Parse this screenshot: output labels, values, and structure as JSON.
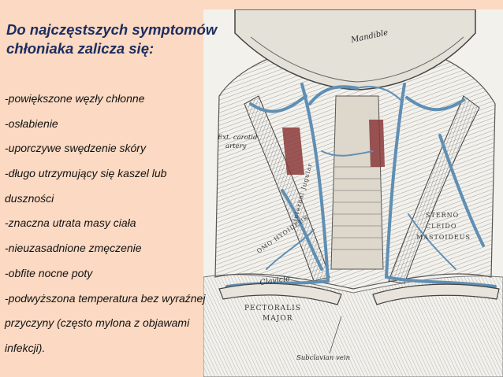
{
  "slide": {
    "title_lines": [
      "Do najczęstszych symptomów",
      "chłoniaka zalicza się:"
    ],
    "symptom_lines": [
      "-powiększone węzły chłonne",
      "-osłabienie",
      "-uporczywe swędzenie skóry",
      "-długo utrzymujący się kaszel lub",
      "duszności",
      "-znaczna utrata masy ciała",
      "-nieuzasadnione zmęczenie",
      "-obfite nocne poty",
      "-podwyższona temperatura bez wyraźnej",
      "przyczyny (często mylona z objawami",
      "infekcji)."
    ]
  },
  "illustration": {
    "labels": {
      "mandible": "Mandible",
      "ext_carotid": "Ext. carotid",
      "artery": "artery",
      "sterno": "STERNO",
      "cleido": "CLEIDO",
      "mastoideus": "MASTOIDEUS",
      "pectoralis": "PECTORALIS",
      "major": "MAJOR",
      "clavicle": "Clavicle",
      "subclavian_vein": "Subclavian vein",
      "omo_hyoideus": "OMO HYOIDEUS",
      "int_jugular": "Internal Jugular"
    },
    "colors": {
      "vein": "#5f8fb4",
      "artery": "#8a3a3a",
      "ink": "#3a3a3a",
      "paper": "#f3f1ec"
    }
  }
}
